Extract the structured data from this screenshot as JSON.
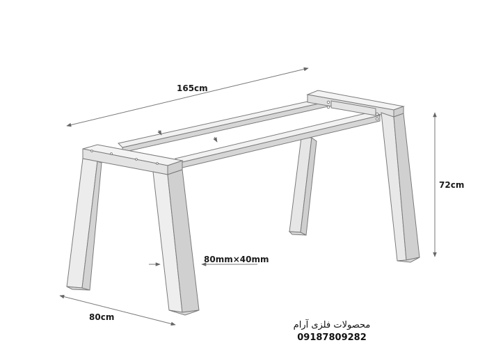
{
  "dimensions": {
    "length": "165cm",
    "height": "72cm",
    "depth": "80cm",
    "profile": "80mm×40mm"
  },
  "caption": {
    "company": "محصولات فلزی آرام",
    "phone": "09187809282"
  },
  "colors": {
    "face_light": "#f3f3f3",
    "face_mid": "#e2e2e2",
    "face_dark": "#cfcfcf",
    "outline": "#777777",
    "dimension_line": "#777777"
  }
}
